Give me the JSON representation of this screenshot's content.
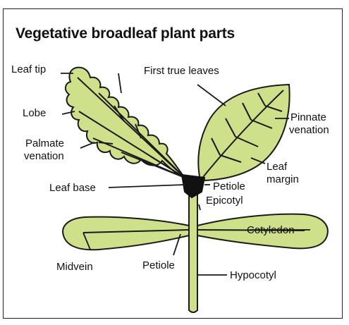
{
  "title": "Vegetative broadleaf plant parts",
  "labels": {
    "leaf_tip": "Leaf tip",
    "first_true_leaves": "First true leaves",
    "lobe": "Lobe",
    "palmate_venation_1": "Palmate",
    "palmate_venation_2": "venation",
    "pinnate_venation_1": "Pinnate",
    "pinnate_venation_2": "venation",
    "leaf_margin_1": "Leaf",
    "leaf_margin_2": "margin",
    "leaf_base": "Leaf base",
    "petiole_upper": "Petiole",
    "epicotyl": "Epicotyl",
    "cotyledon": "Cotyledon",
    "midvein": "Midvein",
    "petiole_lower": "Petiole",
    "hypocotyl": "Hypocotyl"
  },
  "colors": {
    "leaf_fill": "#cfe08a",
    "outline": "#1a1a1a",
    "leaf_base": "#111111"
  }
}
